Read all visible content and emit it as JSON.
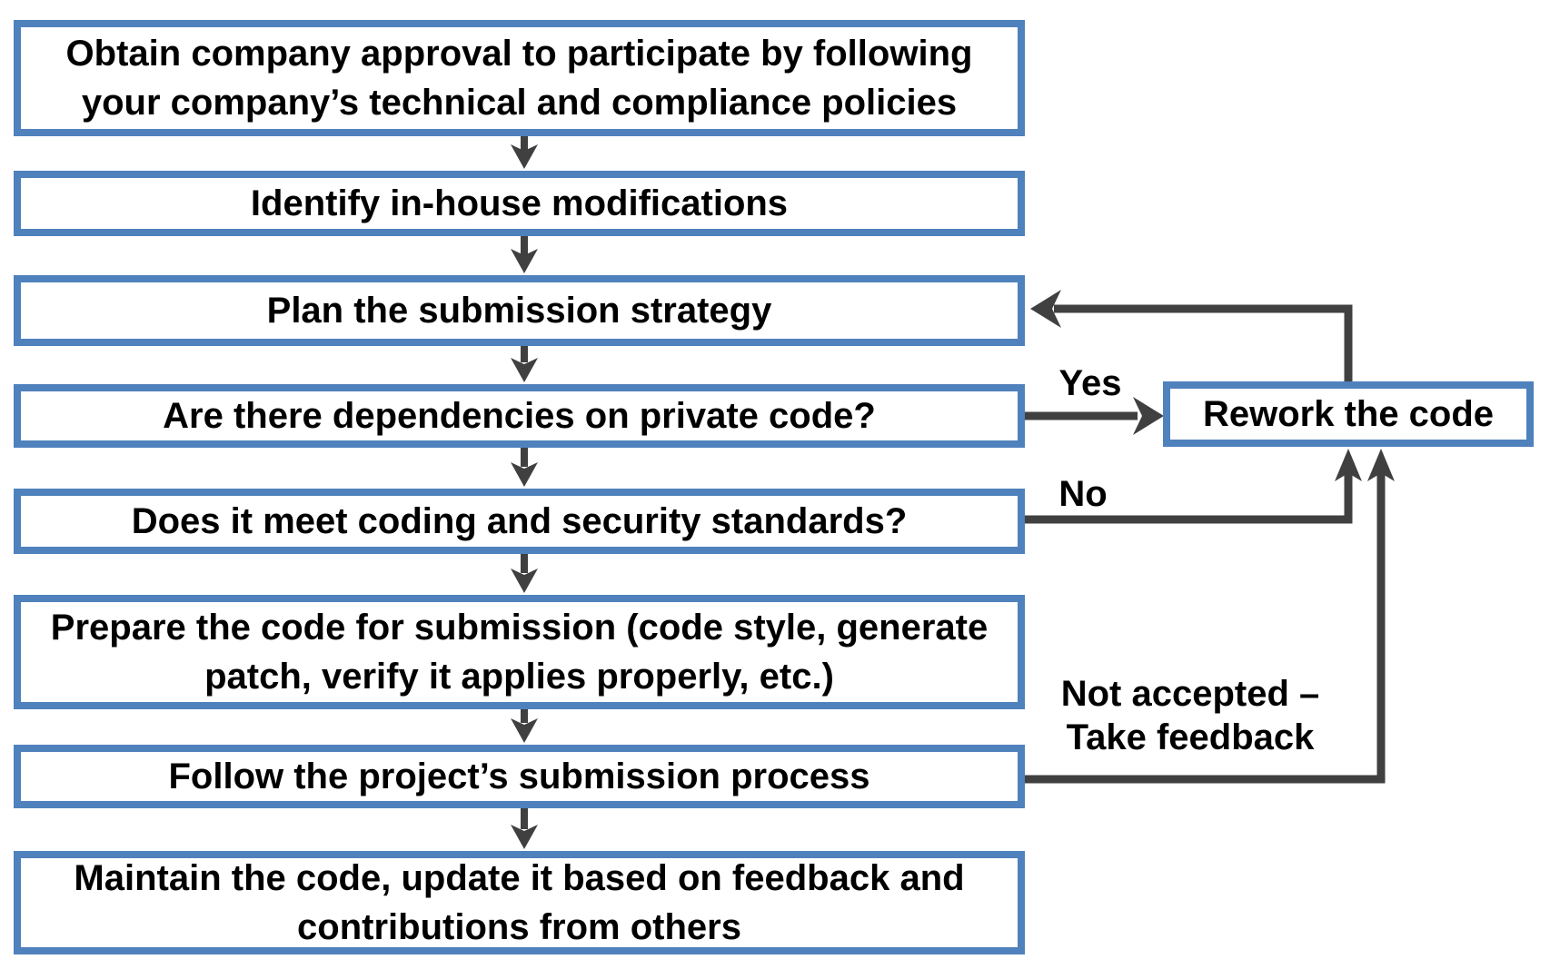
{
  "diagram_title": "Open source code contribution process flowchart",
  "colors": {
    "box_border": "#4F81BD",
    "box_fill": "#FFFFFF",
    "arrow": "#404040",
    "text": "#000000",
    "background": "#FFFFFF"
  },
  "steps": [
    {
      "label": "Obtain company approval to participate by following your company’s technical and compliance policies"
    },
    {
      "label": "Identify in-house modifications"
    },
    {
      "label": "Plan the submission strategy"
    },
    {
      "label": "Are there dependencies on private code?"
    },
    {
      "label": "Does it meet coding and security standards?"
    },
    {
      "label": "Prepare the code for submission (code style, generate patch, verify it applies properly, etc.)"
    },
    {
      "label": "Follow the project’s submission process"
    },
    {
      "label": "Maintain the code, update it based on feedback and contributions from others"
    }
  ],
  "side_step": {
    "label": "Rework the code"
  },
  "edge_labels": {
    "yes": "Yes",
    "no": "No",
    "not_accepted_line1": "Not accepted –",
    "not_accepted_line2": "Take feedback"
  }
}
